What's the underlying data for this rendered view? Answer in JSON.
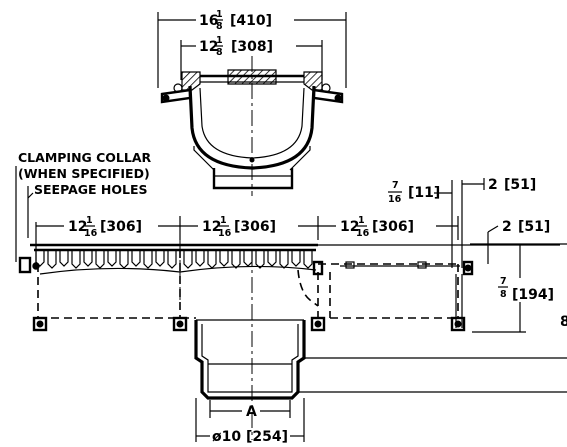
{
  "labels": {
    "clamping_collar_1": "CLAMPING COLLAR",
    "clamping_collar_2": "(WHEN SPECIFIED)",
    "seepage_holes": "SEEPAGE HOLES",
    "bottom_center": "A"
  },
  "top_view": {
    "overall_width": {
      "whole": "16",
      "num": "1",
      "den": "8",
      "metric": "[410]"
    },
    "channel_width": {
      "whole": "12",
      "num": "1",
      "den": "8",
      "metric": "[308]"
    }
  },
  "side_view": {
    "section_lengths": [
      {
        "whole": "12",
        "num": "1",
        "den": "16",
        "metric": "[306]"
      },
      {
        "whole": "12",
        "num": "1",
        "den": "16",
        "metric": "[306]"
      },
      {
        "whole": "12",
        "num": "1",
        "den": "16",
        "metric": "[306]"
      }
    ],
    "gap": {
      "num": "7",
      "den": "16",
      "metric": "[11]"
    },
    "end_offset_top": {
      "value": "2",
      "metric": "[51]"
    },
    "end_offset_side": {
      "value": "2",
      "metric": "[51]"
    },
    "height": {
      "num": "7",
      "den": "8",
      "metric": "[194]"
    },
    "outlet_diameter": {
      "value": "ø10",
      "metric": "[254]"
    },
    "edge_letter": "8"
  }
}
